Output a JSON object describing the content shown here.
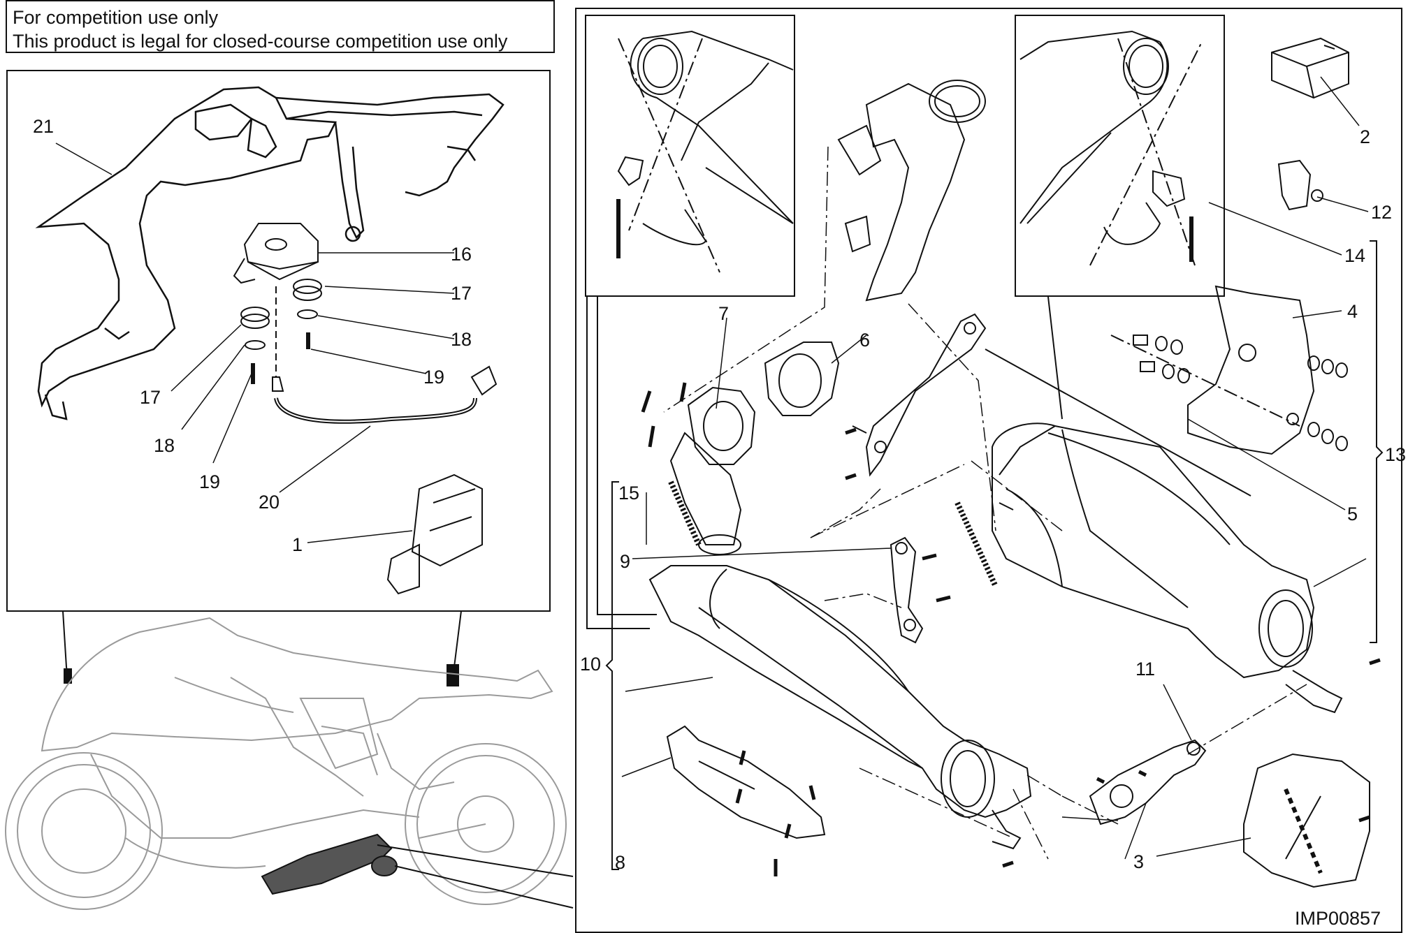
{
  "notice": {
    "line1": "For competition use only",
    "line2": "This product is legal for closed-course competition use only"
  },
  "callouts": [
    "1",
    "2",
    "3",
    "4",
    "5",
    "6",
    "7",
    "8",
    "9",
    "10",
    "11",
    "12",
    "13",
    "14",
    "15",
    "16",
    "17",
    "18",
    "19",
    "20",
    "21"
  ],
  "left_panel_labels": {
    "c21": "21",
    "c16": "16",
    "c17a": "17",
    "c18a": "18",
    "c19a": "19",
    "c17b": "17",
    "c18b": "18",
    "c19b": "19",
    "c20": "20",
    "c1": "1"
  },
  "right_panel_labels": {
    "c2": "2",
    "c12": "12",
    "c14": "14",
    "c4": "4",
    "c13": "13",
    "c5": "5",
    "c6": "6",
    "c7": "7",
    "c15": "15",
    "c9": "9",
    "c10": "10",
    "c11": "11",
    "c8": "8",
    "c3": "3"
  },
  "image_ref": "IMP00857",
  "colors": {
    "line": "#111111",
    "muffler_fill": "#555555",
    "ghost": "#9a9a9a"
  }
}
